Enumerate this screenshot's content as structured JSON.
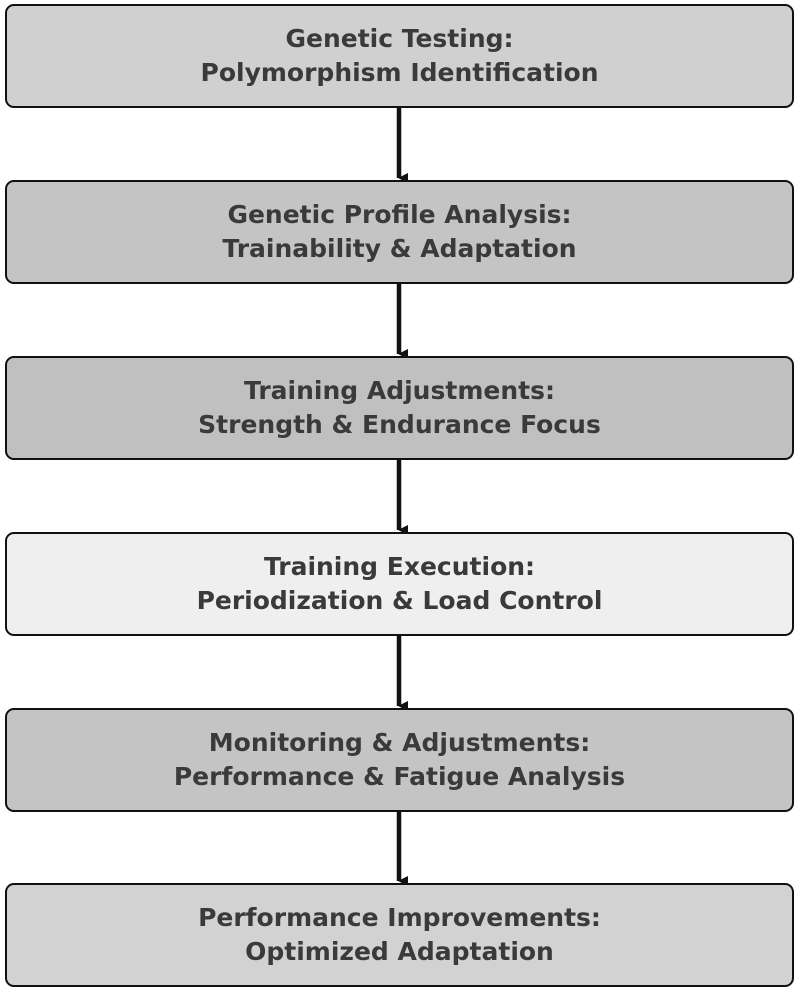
{
  "steps": [
    {
      "line1": "Genetic Testing:",
      "line2": "Polymorphism Identification",
      "fill": "#d0d0d0"
    },
    {
      "line1": "Genetic Profile Analysis:",
      "line2": "Trainability & Adaptation",
      "fill": "#c4c4c4"
    },
    {
      "line1": "Training Adjustments:",
      "line2": "Strength & Endurance Focus",
      "fill": "#c0c0c0"
    },
    {
      "line1": "Training Execution:",
      "line2": "Periodization & Load Control",
      "fill": "#efefef"
    },
    {
      "line1": "Monitoring & Adjustments:",
      "line2": "Performance & Fatigue Analysis",
      "fill": "#c4c4c4"
    },
    {
      "line1": "Performance Improvements:",
      "line2": "Optimized Adaptation",
      "fill": "#d2d2d2"
    }
  ],
  "connector_color": "#111111"
}
